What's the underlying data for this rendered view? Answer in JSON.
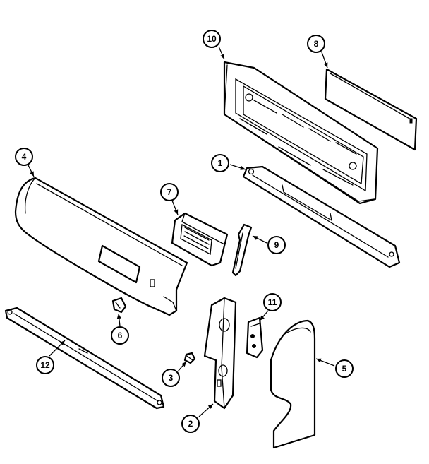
{
  "callouts": [
    {
      "id": "c10",
      "label": "10"
    },
    {
      "id": "c8",
      "label": "8"
    },
    {
      "id": "c1",
      "label": "1"
    },
    {
      "id": "c4",
      "label": "4"
    },
    {
      "id": "c7",
      "label": "7"
    },
    {
      "id": "c9",
      "label": "9"
    },
    {
      "id": "c6",
      "label": "6"
    },
    {
      "id": "c11",
      "label": "11"
    },
    {
      "id": "c12",
      "label": "12"
    },
    {
      "id": "c3",
      "label": "3"
    },
    {
      "id": "c5",
      "label": "5"
    },
    {
      "id": "c2",
      "label": "2"
    }
  ]
}
